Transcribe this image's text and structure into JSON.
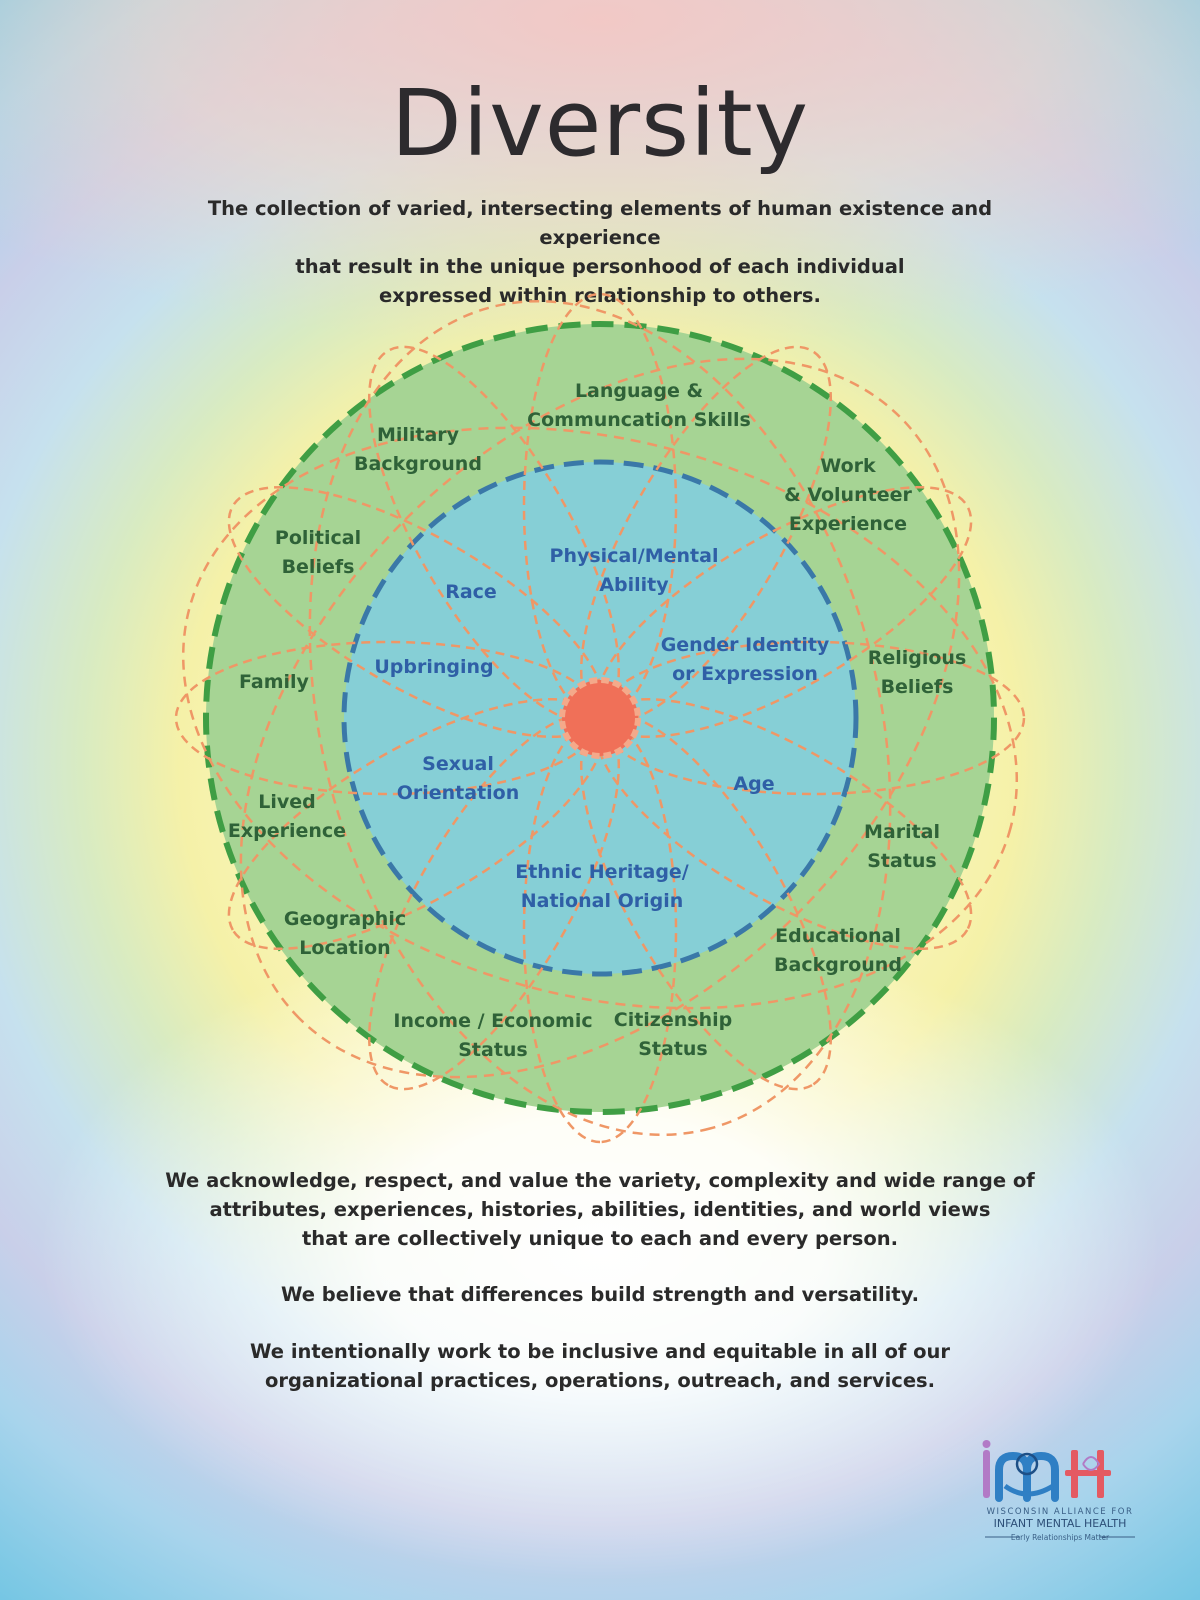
{
  "header": {
    "title": "Diversity",
    "subtitle_lines": [
      "The collection of varied, intersecting elements of human existence and experience",
      "that result in the unique personhood of each individual",
      "expressed within relationship to others."
    ]
  },
  "diagram": {
    "inner_ring_labels": [
      [
        "Physical/Mental",
        "Ability"
      ],
      [
        "Race"
      ],
      [
        "Gender Identity",
        "or Expression"
      ],
      [
        "Upbringing"
      ],
      [
        "Age"
      ],
      [
        "Sexual",
        "Orientation"
      ],
      [
        "Ethnic Heritage/",
        "National Origin"
      ]
    ],
    "outer_ring_labels": [
      [
        "Language &",
        "Communcation Skills"
      ],
      [
        "Military",
        "Background"
      ],
      [
        "Work",
        "& Volunteer",
        "Experience"
      ],
      [
        "Political",
        "Beliefs"
      ],
      [
        "Religious",
        "Beliefs"
      ],
      [
        "Family"
      ],
      [
        "Marital",
        "Status"
      ],
      [
        "Lived",
        "Experience"
      ],
      [
        "Geographic",
        "Location"
      ],
      [
        "Educational",
        "Background"
      ],
      [
        "Income / Economic",
        "Status"
      ],
      [
        "Citizenship",
        "Status"
      ]
    ],
    "colors": {
      "outer_fill": "#a6d494",
      "outer_stroke": "#3f9e44",
      "inner_fill": "#86cfd6",
      "inner_stroke": "#3a78a8",
      "petal_stroke": "#ef9766",
      "center_fill": "#f07058",
      "outer_text": "#2f6238",
      "inner_text": "#2f5fa6"
    }
  },
  "statements": [
    [
      "We acknowledge, respect, and value the variety, complexity and wide range of",
      "attributes, experiences, histories, abilities, identities, and world views",
      "that are collectively unique to each and every person."
    ],
    [
      "We believe that differences build strength and versatility."
    ],
    [
      "We intentionally work to be inclusive and equitable in all of our",
      "organizational practices, operations, outreach, and services."
    ]
  ],
  "logo": {
    "line1": "WISCONSIN ALLIANCE FOR",
    "line2": "INFANT MENTAL HEALTH",
    "tagline": "Early Relationships Matter",
    "icon": "imh-logo-icon"
  }
}
